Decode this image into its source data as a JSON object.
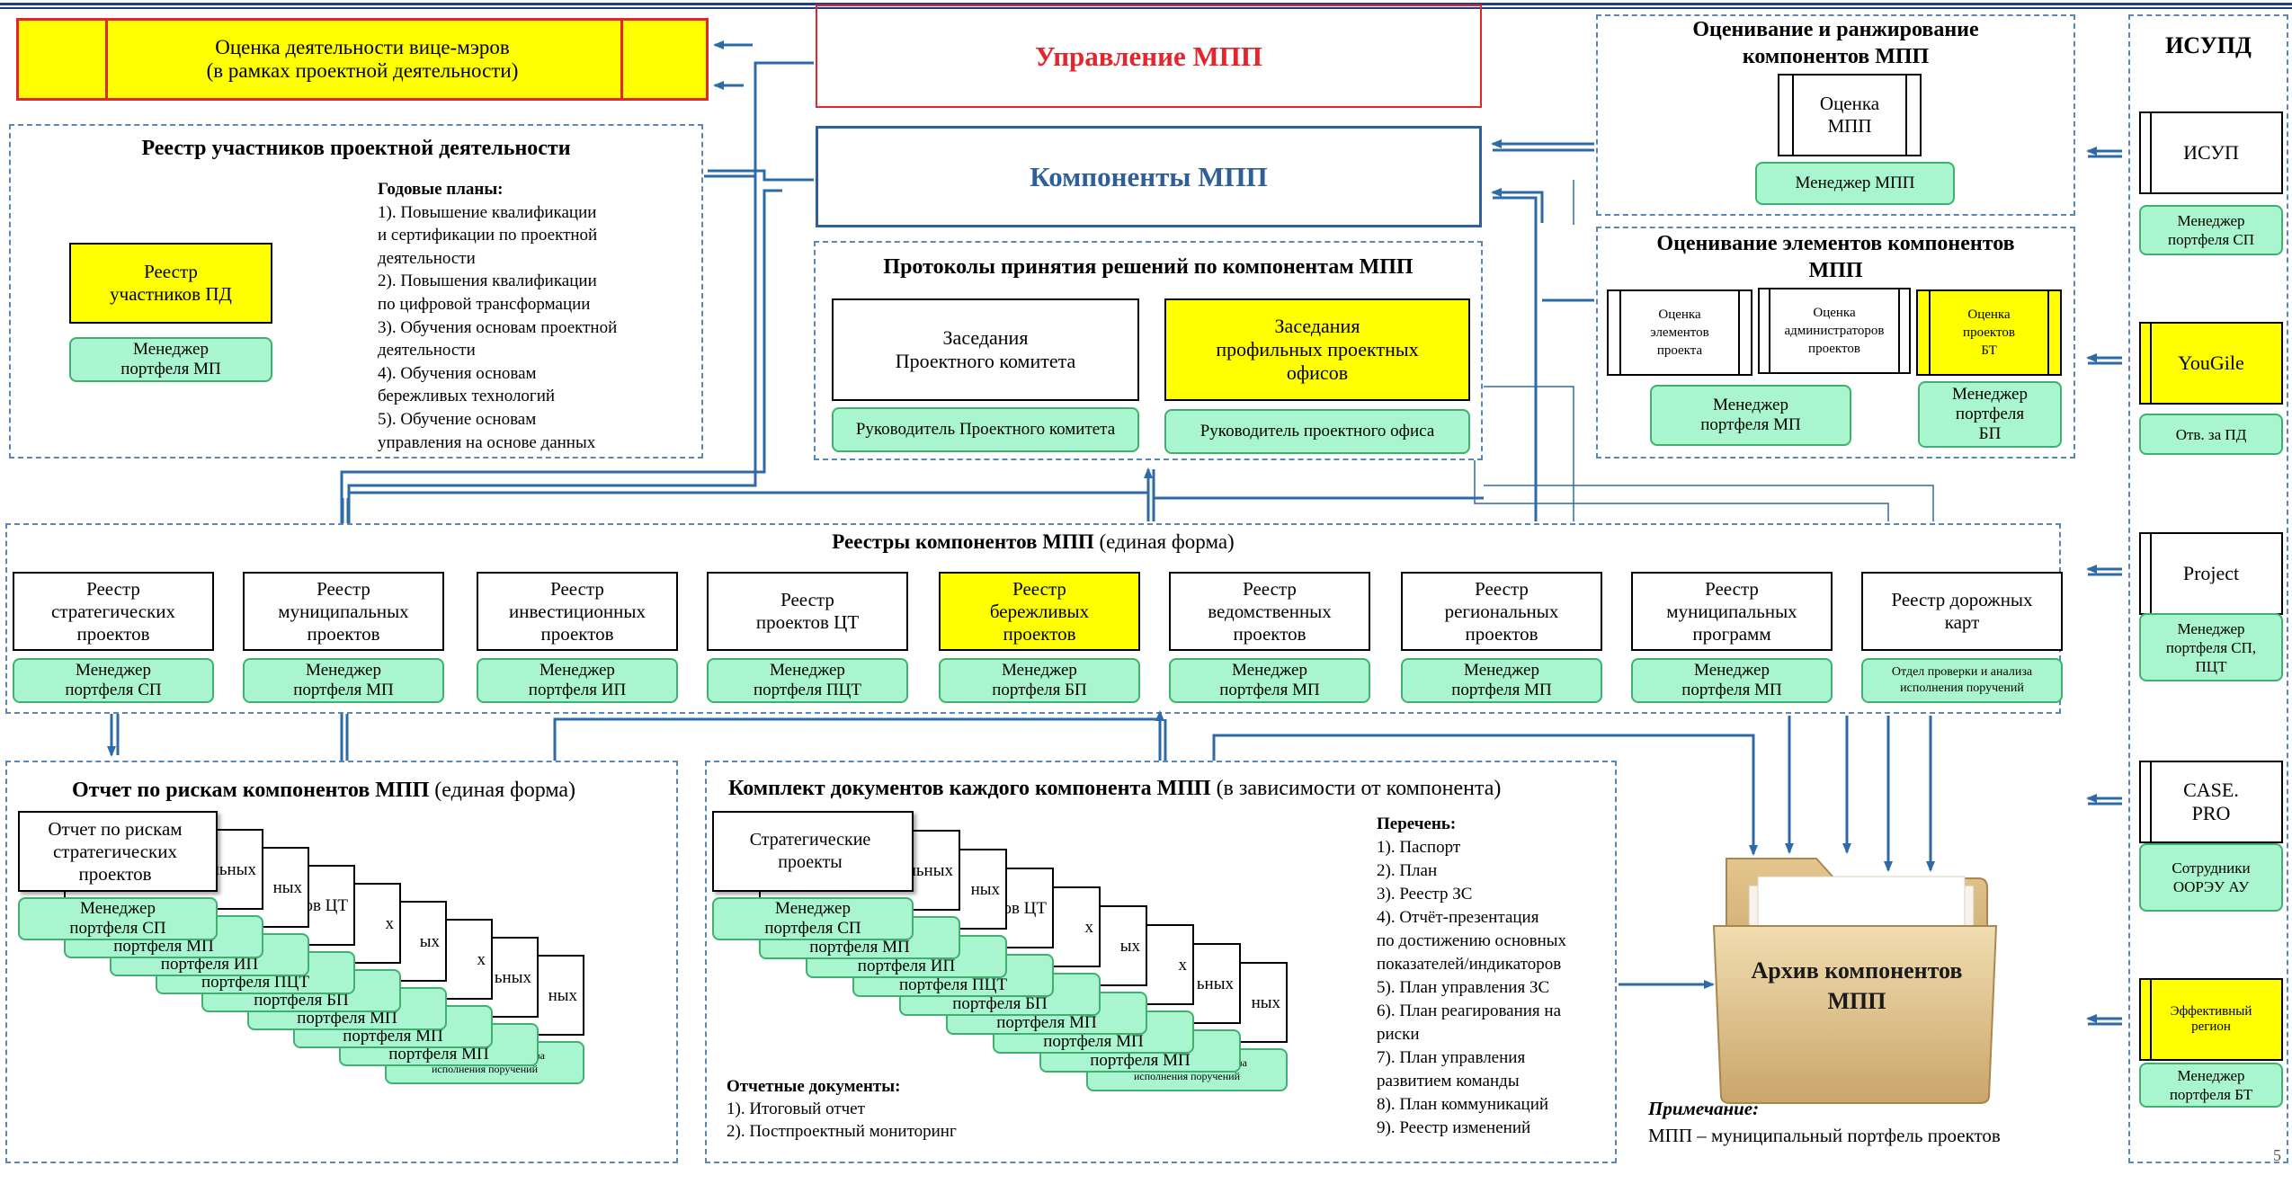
{
  "header": {
    "management": "Управление МПП",
    "components": "Компоненты МПП"
  },
  "vice_mayors": {
    "line1": "Оценка деятельности вице-мэров",
    "line2": "(в рамках проектной деятельности)"
  },
  "participants": {
    "title": "Реестр участников проектной деятельности",
    "registry_line1": "Реестр",
    "registry_line2": "участников ПД",
    "manager_line1": "Менеджер",
    "manager_line2": "портфеля МП",
    "plans_title": "Годовые планы:",
    "plans": [
      "1). Повышение квалификации",
      "и сертификации по проектной",
      "деятельности",
      "2). Повышения квалификации",
      "по цифровой трансформации",
      "3). Обучения основам проектной",
      "деятельности",
      "4). Обучения основам",
      "бережливых технологий",
      "5). Обучение основам",
      "управления на основе данных"
    ]
  },
  "protocols": {
    "title": "Протоколы принятия решений по  компонентам МПП",
    "committee_line1": "Заседания",
    "committee_line2": "Проектного комитета",
    "committee_head": "Руководитель Проектного комитета",
    "offices_line1": "Заседания",
    "offices_line2": "профильных проектных",
    "offices_line3": "офисов",
    "offices_head": "Руководитель проектного офиса"
  },
  "ranking": {
    "title_line1": "Оценивание и ранжирование",
    "title_line2": "компонентов МПП",
    "box_line1": "Оценка",
    "box_line2": "МПП",
    "manager": "Менеджер МПП"
  },
  "elements_eval": {
    "title_line1": "Оценивание элементов компонентов",
    "title_line2": "МПП",
    "b1": [
      "Оценка",
      "элементов",
      "проекта"
    ],
    "b2": [
      "Оценка",
      "администраторов",
      "проектов"
    ],
    "b3": [
      "Оценка",
      "проектов",
      "БТ"
    ],
    "m1": [
      "Менеджер",
      "портфеля МП"
    ],
    "m2": [
      "Менеджер",
      "портфеля",
      "БП"
    ]
  },
  "isupd": {
    "title": "ИСУПД",
    "items": [
      {
        "name": "ИСУП",
        "owner": [
          "Менеджер",
          "портфеля СП"
        ]
      },
      {
        "name": "YouGile",
        "owner": [
          "Отв. за ПД"
        ]
      },
      {
        "name": "Project",
        "owner": [
          "Менеджер",
          "портфеля СП,",
          "ПЦТ"
        ]
      },
      {
        "name": "CASE.\nPRO",
        "owner": [
          "Сотрудники",
          "ООРЭУ АУ"
        ]
      },
      {
        "name": "Эффективный\nрегион",
        "owner": [
          "Менеджер",
          "портфеля БТ"
        ]
      }
    ]
  },
  "registries": {
    "title_bold": "Реестры компонентов МПП",
    "title_rest": " (единая форма)",
    "items": [
      {
        "name": "Реестр\nстратегических\nпроектов",
        "owner": "Менеджер\nпортфеля СП"
      },
      {
        "name": "Реестр\nмуниципальных\nпроектов",
        "owner": "Менеджер\nпортфеля МП"
      },
      {
        "name": "Реестр\nинвестиционных\nпроектов",
        "owner": "Менеджер\nпортфеля ИП"
      },
      {
        "name": "Реестр\nпроектов ЦТ",
        "owner": "Менеджер\nпортфеля ПЦТ"
      },
      {
        "name": "Реестр\nбережливых\nпроектов",
        "owner": "Менеджер\nпортфеля БП"
      },
      {
        "name": "Реестр\nведомственных\nпроектов",
        "owner": "Менеджер\nпортфеля МП"
      },
      {
        "name": "Реестр\nрегиональных\nпроектов",
        "owner": "Менеджер\nпортфеля МП"
      },
      {
        "name": "Реестр\nмуниципальных\nпрограмм",
        "owner": "Менеджер\nпортфеля МП"
      },
      {
        "name": "Реестр дорожных\nкарт",
        "owner": "Отдел проверки и анализа\nисполнения поручений"
      }
    ]
  },
  "risks": {
    "title_bold": "Отчет по рискам компонентов МПП",
    "title_rest": " (единая форма)",
    "front": "Отчет по рискам\nстратегических\nпроектов",
    "stack_owners": [
      "Менеджер\nпортфеля СП",
      "Менеджер\nпортфеля МП",
      "Менеджер\nпортфеля ИП",
      "Менеджер\nпортфеля ПЦТ",
      "Менеджер\nпортфеля БП",
      "Менеджер\nпортфеля МП",
      "Менеджер\nпортфеля МП",
      "Менеджер\nпортфеля МП",
      "Отдел проверки и анализа\nисполнения поручений"
    ],
    "peek": [
      "льных",
      "ных",
      "ов ЦТ",
      "х",
      "ых",
      "х",
      "ьных",
      "ных"
    ]
  },
  "docs": {
    "title_bold": "Комплект документов каждого компонента МПП",
    "title_rest": " (в зависимости от компонента)",
    "front": "Стратегические\nпроекты",
    "stack_owners": [
      "Менеджер\nпортфеля СП",
      "Менеджер\nпортфеля МП",
      "Менеджер\nпортфеля ИП",
      "Менеджер\nпортфеля ПЦТ",
      "Менеджер\nпортфеля БП",
      "Менеджер\nпортфеля МП",
      "Менеджер\nпортфеля МП",
      "Менеджер\nпортфеля МП",
      "Отдел проверки и анализа\nисполнения поручений"
    ],
    "peek": [
      "льных",
      "ных",
      "ов ЦТ",
      "х",
      "ых",
      "х",
      "ьных",
      "ных"
    ],
    "list_title": "Перечень:",
    "list": [
      "1). Паспорт",
      "2). План",
      "3). Реестр ЗС",
      "4). Отчёт-презентация",
      "по достижению основных",
      "показателей/индикаторов",
      "5). План управления ЗС",
      "6). План реагирования на",
      "риски",
      "7). План управления",
      "развитием команды",
      "8). План коммуникаций",
      "9). Реестр изменений"
    ],
    "report_title": "Отчетные документы:",
    "reports": [
      "1). Итоговый отчет",
      "2). Постпроектный мониторинг"
    ]
  },
  "archive": {
    "line1": "Архив компонентов",
    "line2": "МПП"
  },
  "note": {
    "title": "Примечание:",
    "text": "МПП – муниципальный портфель проектов"
  },
  "page_number": "5",
  "colors": {
    "yellow": "#ffff00",
    "green": "#a8f5d0",
    "arrow_blue": "#2e6aa8",
    "dash_blue": "#5b86b8",
    "title_blue": "#2e5f9a",
    "red": "#e3262b"
  }
}
